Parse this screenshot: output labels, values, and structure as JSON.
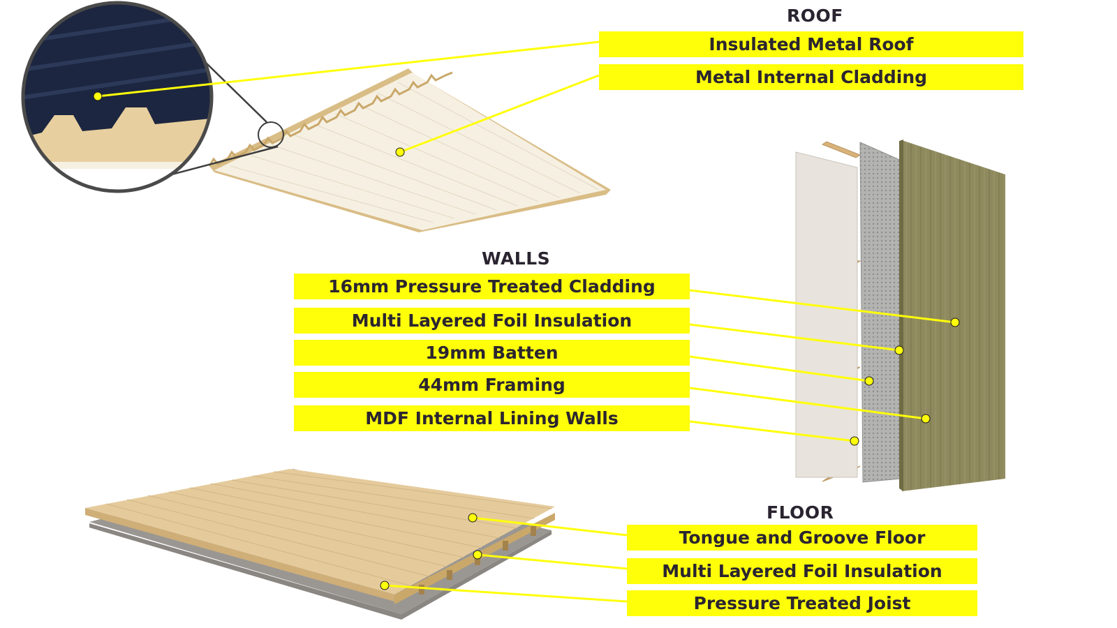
{
  "sections": {
    "roof": {
      "title": "ROOF",
      "labels": [
        "Insulated Metal Roof",
        "Metal Internal Cladding"
      ]
    },
    "walls": {
      "title": "WALLS",
      "labels": [
        "16mm Pressure Treated Cladding",
        "Multi Layered Foil Insulation",
        "19mm Batten",
        "44mm Framing",
        "MDF Internal Lining Walls"
      ]
    },
    "floor": {
      "title": "FLOOR",
      "labels": [
        "Tongue and Groove Floor",
        "Multi Layered Foil Insulation",
        "Pressure Treated Joist"
      ]
    }
  },
  "colors": {
    "label_background": "#ffff0a",
    "label_text": "#2b2530",
    "leader_line": "#ffff0a",
    "roof_outer": "#1c2640",
    "insulation_core": "#e8cf9f",
    "internal_cladding": "#f6f0e2",
    "wall_cladding": "#8a8558",
    "foil": "#a8a8a6",
    "mdf": "#e8e3dc",
    "floor_boards": "#e5cb9c"
  }
}
